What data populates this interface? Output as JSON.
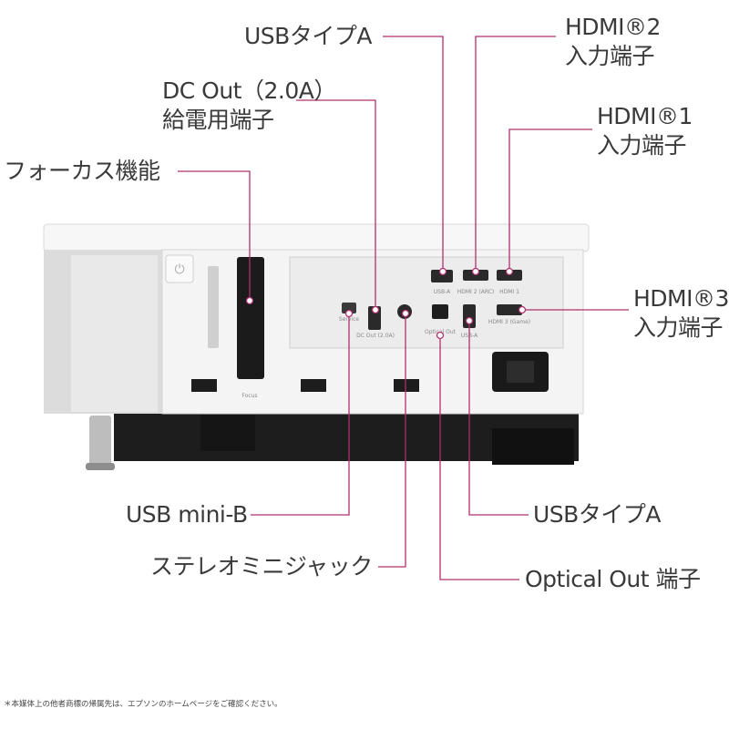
{
  "labels": {
    "usb_a_top": "USBタイプA",
    "hdmi2": [
      "HDMI®2",
      "入力端子"
    ],
    "dc_out": [
      "DC Out（2.0A）",
      "給電用端子"
    ],
    "hdmi1": [
      "HDMI®1",
      "入力端子"
    ],
    "focus": "フォーカス機能",
    "hdmi3": [
      "HDMI®3",
      "入力端子"
    ],
    "usb_mini_b": "USB mini-B",
    "usb_a_bottom": "USBタイプA",
    "stereo_mini": "ステレオミニジャック",
    "optical_out": "Optical Out 端子"
  },
  "panel_labels": {
    "usb_a": "USB-A",
    "hdmi2_arc": "HDMI 2 (ARC)",
    "hdmi1": "HDMI 1",
    "hdmi3": "HDMI 3 (Game)",
    "service": "Service",
    "dc_out": "DC Out (2.0A)",
    "optical_out": "Optical Out",
    "usb_a2": "USB-A",
    "focus": "Focus"
  },
  "footnote": "＊本媒体上の他者商標の帰属先は、エプソンのホームページをご確認ください。",
  "colors": {
    "leader": "#b0306e",
    "body": "#f2f2f2",
    "panel": "#e6e6e6",
    "dark": "#1c1c1c"
  }
}
